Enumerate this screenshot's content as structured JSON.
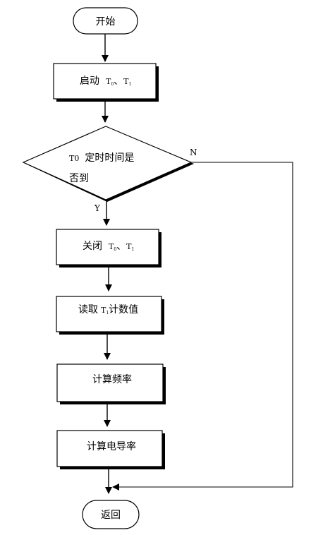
{
  "flowchart": {
    "start": {
      "label": "开始"
    },
    "start_timers": {
      "label": "启动",
      "t0": "T",
      "t0_sub": "0",
      "sep": "、",
      "t1": "T",
      "t1_sub": "1"
    },
    "decision": {
      "label_line1_latin": "T0",
      "label_line1_cjk": "定时时间是",
      "label_line2": "否到",
      "yes_label": "Y",
      "no_label": "N"
    },
    "close_timers": {
      "label": "关闭",
      "t0": "T",
      "t0_sub": "0",
      "sep": "、",
      "t1": "T",
      "t1_sub": "1"
    },
    "read_count": {
      "label_prefix": "读取",
      "t": "T",
      "t_sub": "1",
      "label_suffix": "计数值"
    },
    "calc_frequency": {
      "label": "计算频率"
    },
    "calc_conductivity": {
      "label": "计算电导率"
    },
    "end": {
      "label": "返回"
    }
  }
}
